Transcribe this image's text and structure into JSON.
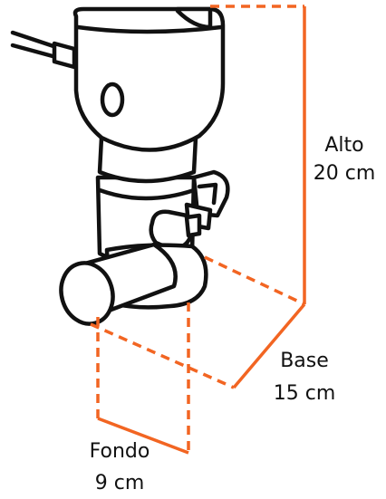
{
  "colors": {
    "dimension_line": "#f26522",
    "outline": "#111111",
    "background": "#ffffff"
  },
  "dimensions": {
    "height": {
      "label": "Alto",
      "value": "20 cm"
    },
    "width": {
      "label": "Base",
      "value": "15 cm"
    },
    "depth": {
      "label": "Fondo",
      "value": "9 cm"
    }
  }
}
